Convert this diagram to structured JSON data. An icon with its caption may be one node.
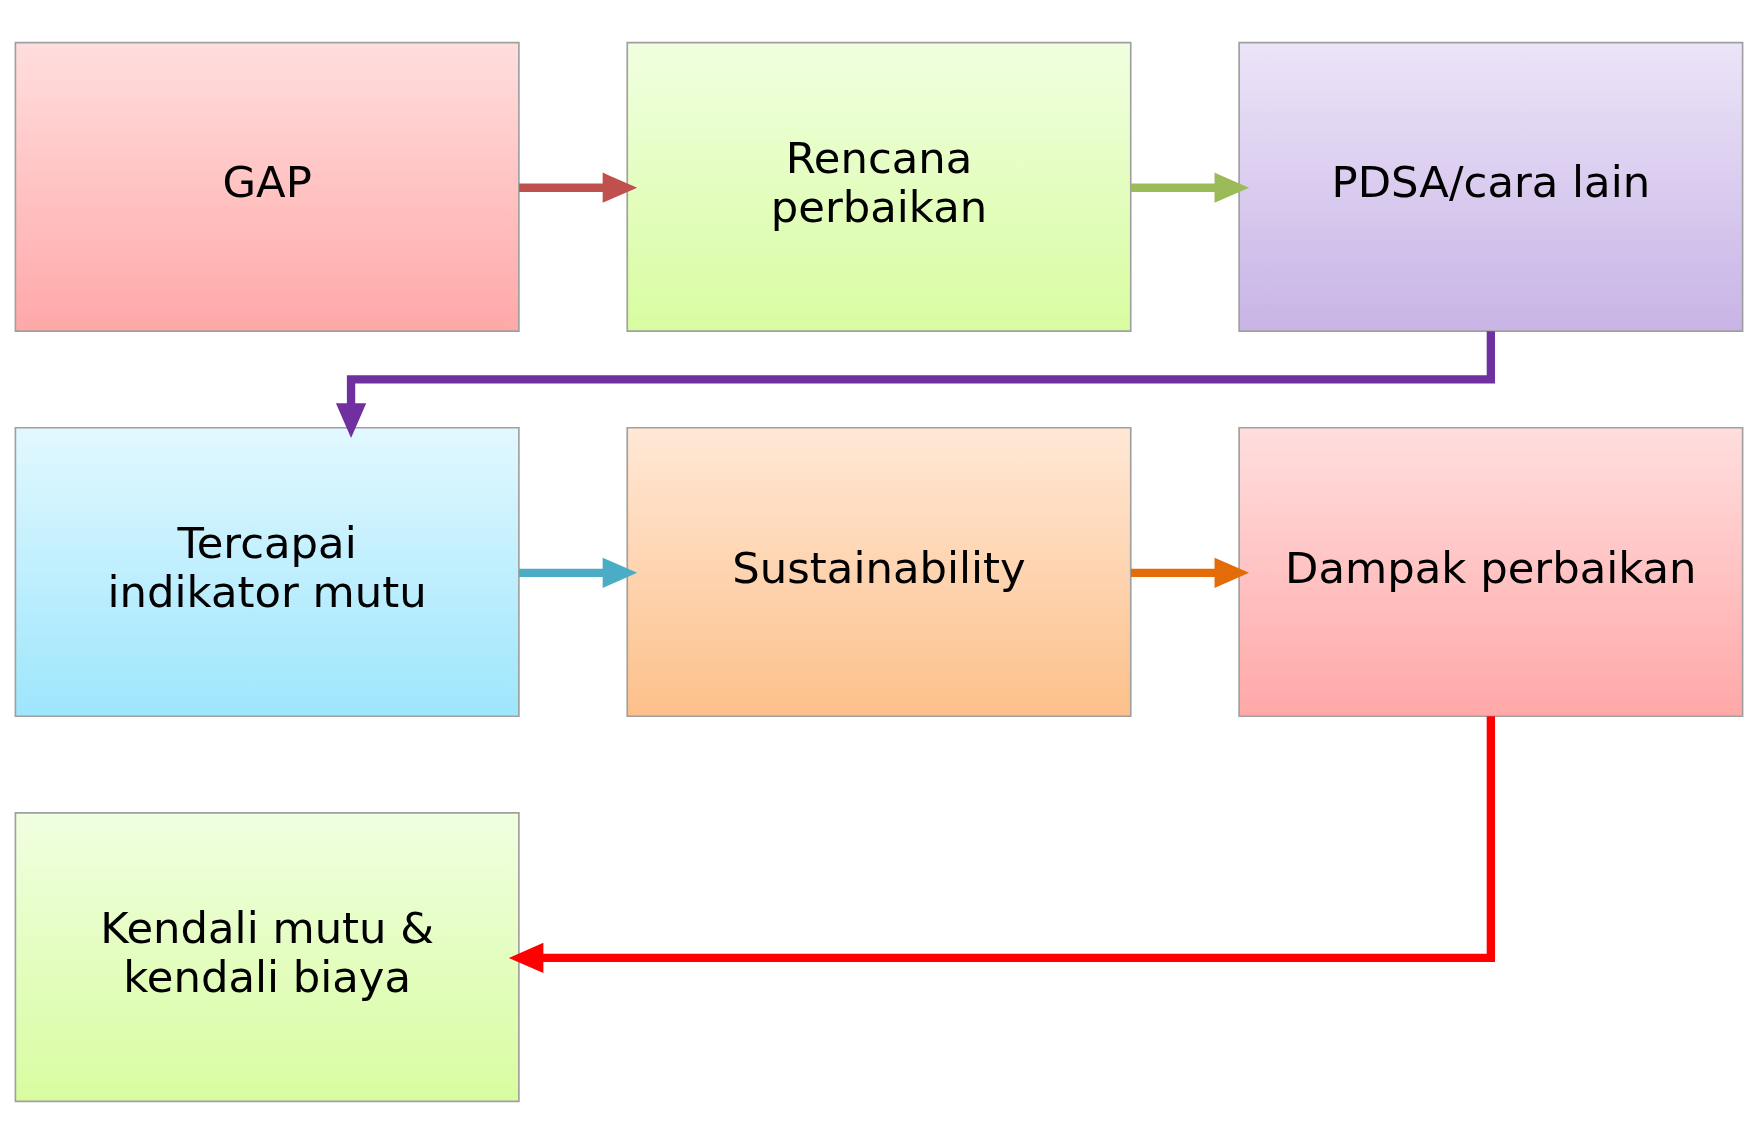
{
  "diagram": {
    "nodes": [
      {
        "text": [
          "GAP"
        ]
      },
      {
        "text": [
          "Rencana perbaikan"
        ]
      },
      {
        "text": [
          "PDSA/cara lain"
        ]
      },
      {
        "text": [
          "Tercapai indikator mutu"
        ]
      },
      {
        "text": [
          "Sustainability"
        ]
      },
      {
        "text": [
          "Dampak perbaikan"
        ]
      },
      {
        "text": [
          "Kendali mutu & kendali biaya"
        ]
      }
    ],
    "edges": [
      {
        "from": 0,
        "to": 1,
        "arrow": "to",
        "color": "#c0504d"
      },
      {
        "from": 1,
        "to": 2,
        "arrow": "to",
        "color": "#9bbb59"
      },
      {
        "from": 2,
        "to": 3,
        "arrow": "to",
        "color": "#7030a0"
      },
      {
        "from": 3,
        "to": 4,
        "arrow": "to",
        "color": "#4bacc6"
      },
      {
        "from": 4,
        "to": 5,
        "arrow": "to",
        "color": "#e36c09"
      },
      {
        "from": 5,
        "to": 6,
        "arrow": "to",
        "color": "#ff0000"
      }
    ]
  }
}
